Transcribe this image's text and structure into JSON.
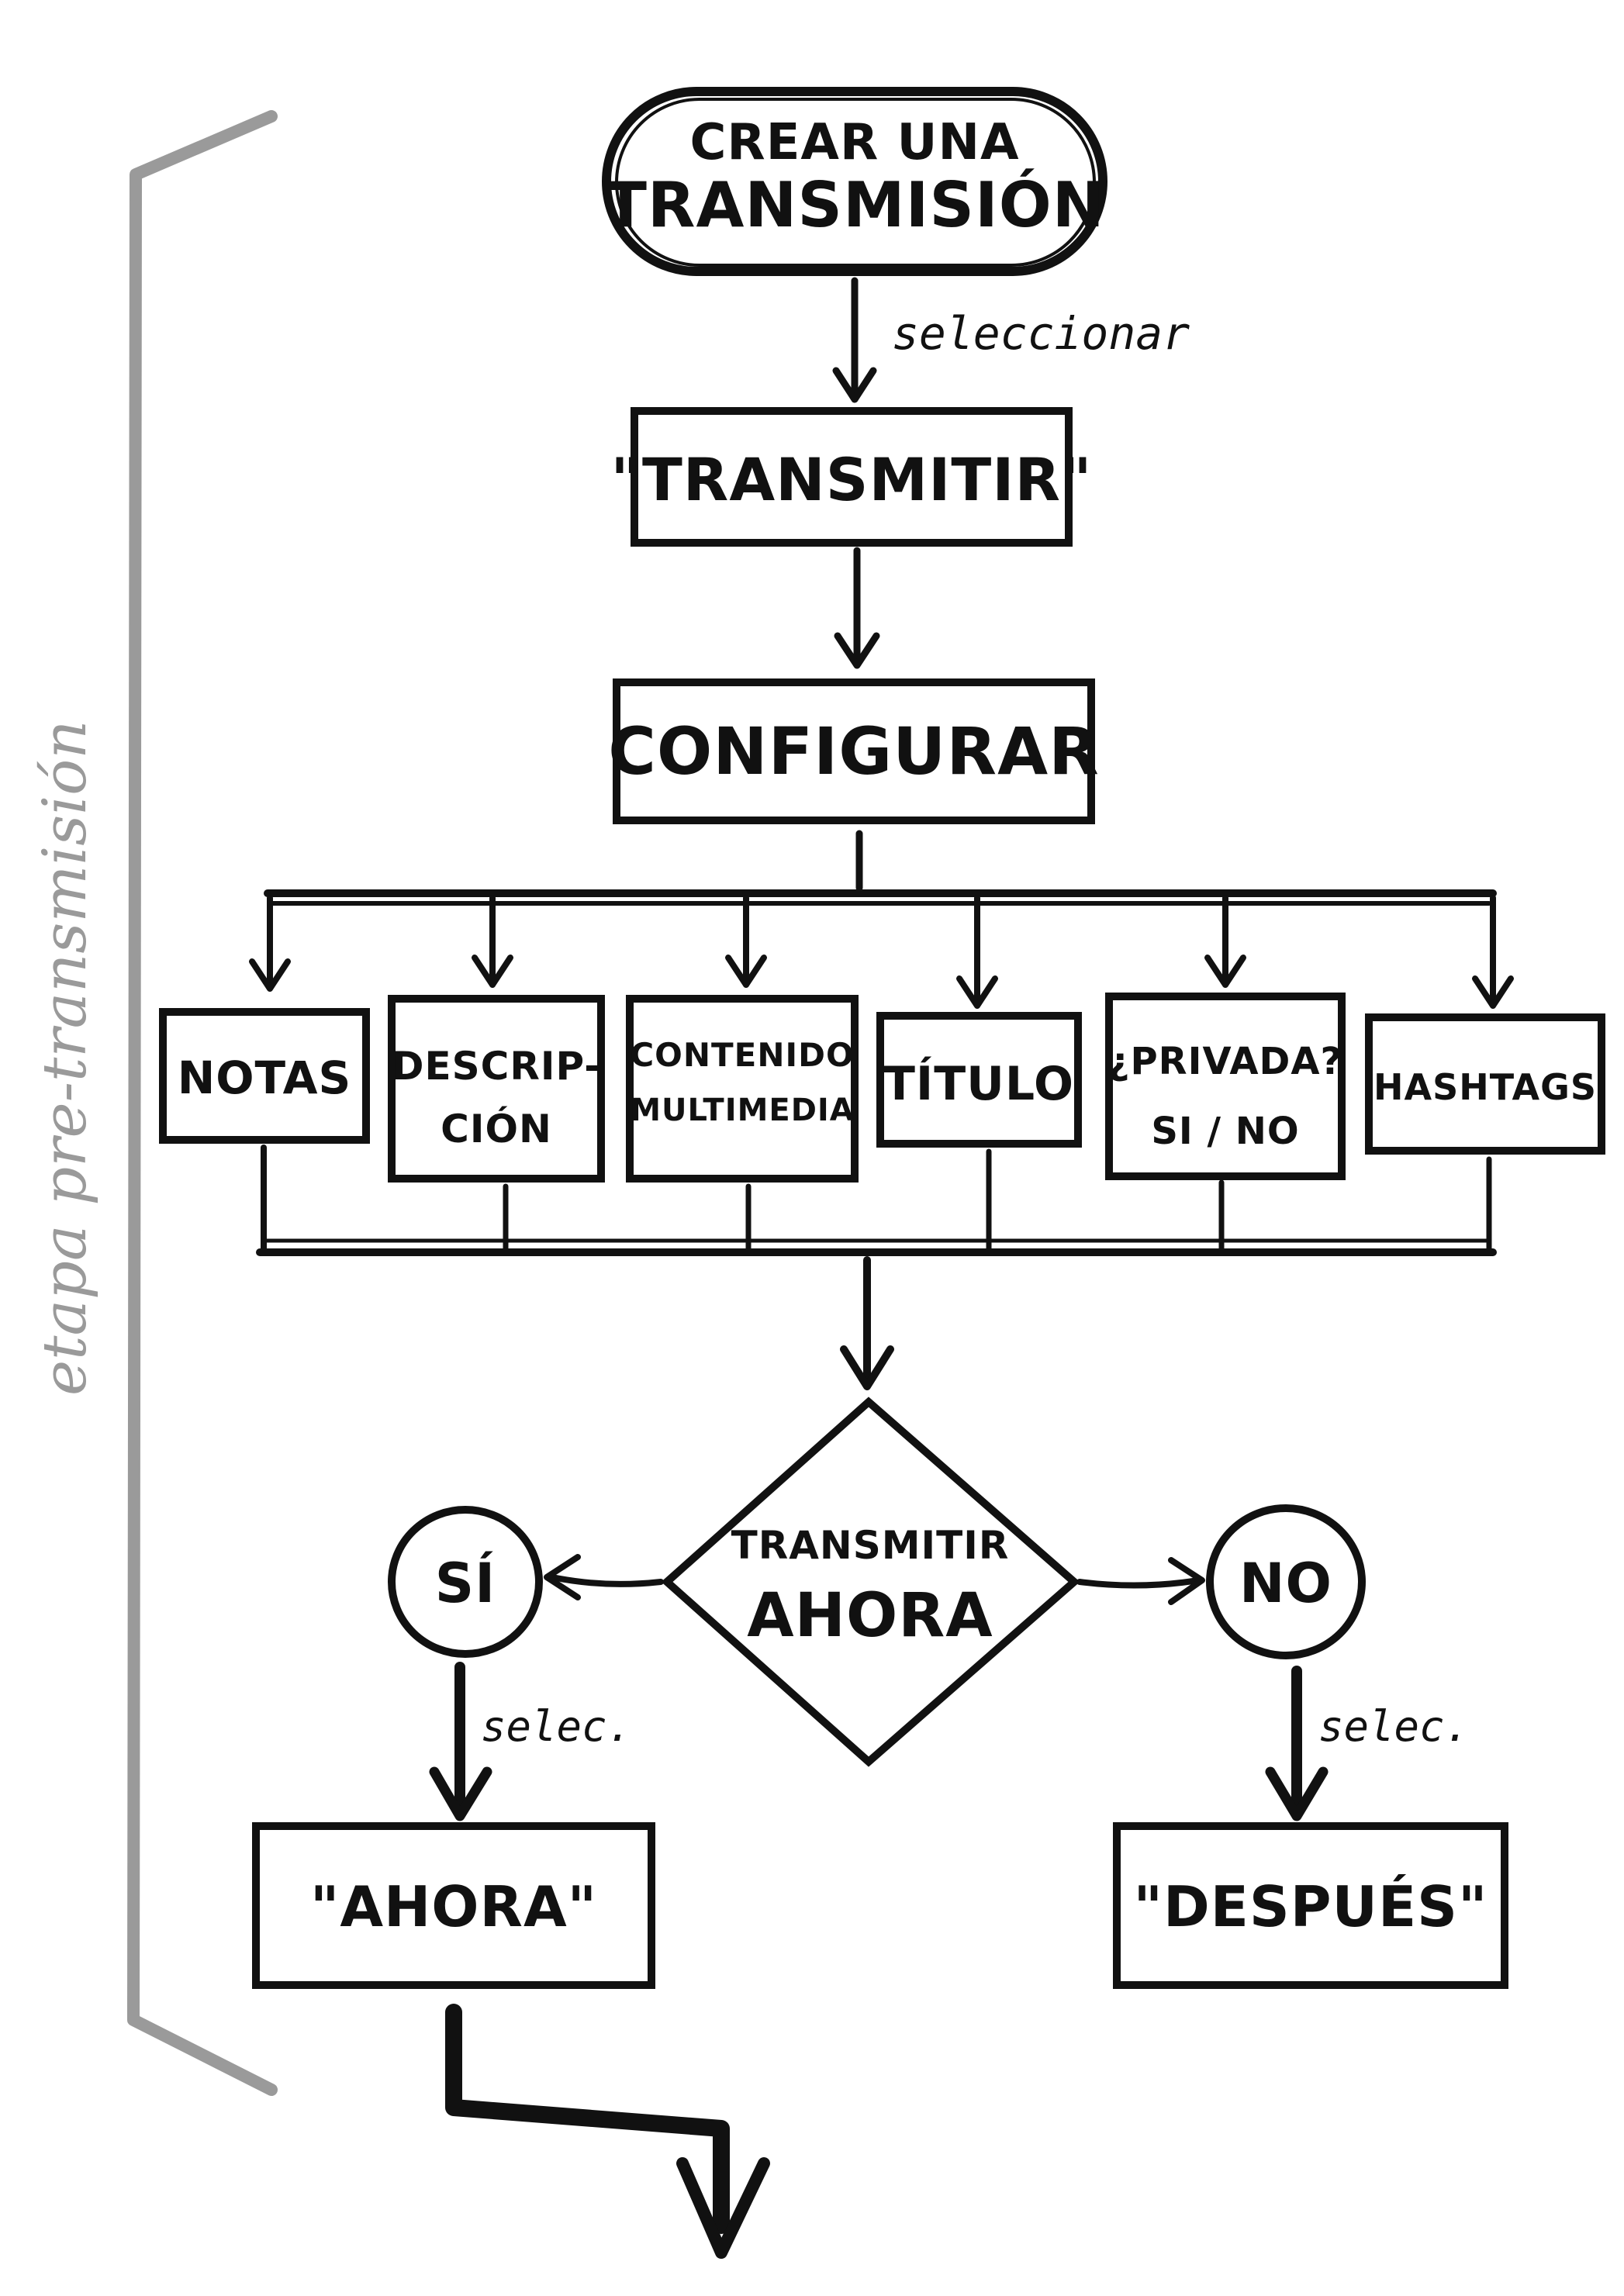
{
  "side_label": "etapa pre-transmisión",
  "nodes": {
    "start": {
      "line1": "CREAR UNA",
      "line2": "TRANSMISIÓN"
    },
    "transmitir": "\"TRANSMITIR\"",
    "configurar": "CONFIGURAR",
    "options": {
      "notas": "NOTAS",
      "descripcion": {
        "line1": "DESCRIP-",
        "line2": "CIÓN"
      },
      "contenido": {
        "line1": "CONTENIDO",
        "line2": "MULTIMEDIA"
      },
      "titulo": "TÍTULO",
      "privada": {
        "line1": "¿PRIVADA?",
        "line2": "SI / NO"
      },
      "hashtags": "HASHTAGS"
    },
    "decision": {
      "line1": "TRANSMITIR",
      "line2": "AHORA"
    },
    "yes": "SÍ",
    "no": "NO",
    "ahora": "\"AHORA\"",
    "despues": "\"DESPUÉS\""
  },
  "edges": {
    "seleccionar": "seleccionar",
    "selec_yes": "selec.",
    "selec_no": "selec."
  },
  "colors": {
    "ink": "#111111",
    "bracket": "#9a9a9a",
    "background": "#ffffff"
  }
}
